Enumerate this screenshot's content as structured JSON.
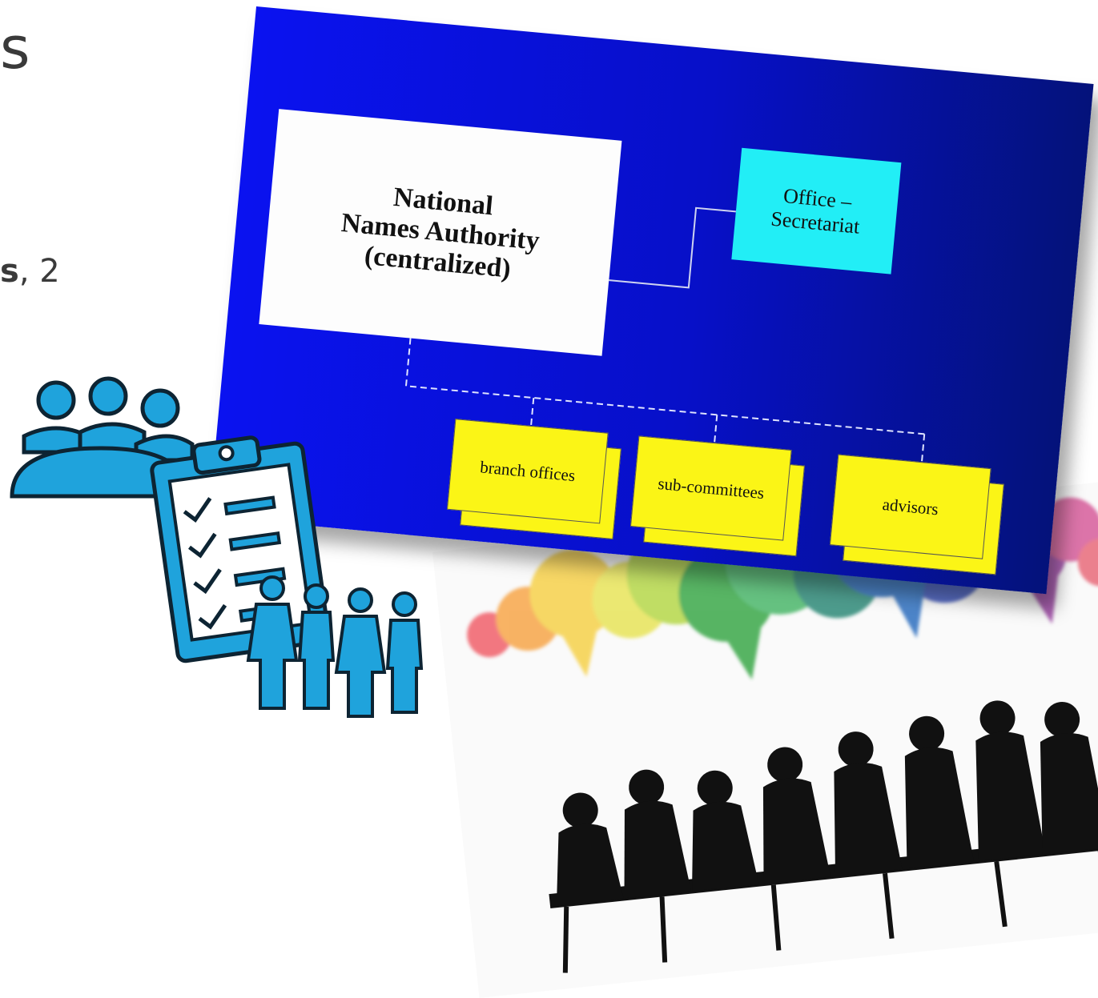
{
  "fragments": {
    "title_fragment": "s",
    "body_fragment_bold": "s",
    "body_fragment_rest": ", 2"
  },
  "org_chart": {
    "authority": "National\nNames Authority\n(centralized)",
    "authority_lines": [
      "National",
      "Names Authority",
      "(centralized)"
    ],
    "office_lines": [
      "Office –",
      "Secretariat"
    ],
    "branches": [
      "branch offices",
      "sub-committees",
      "advisors"
    ]
  },
  "colors": {
    "slide_blue": "#0a12f0",
    "office_cyan": "#22eef6",
    "branch_yellow": "#fbf516",
    "icon_blue": "#1fa3dc"
  },
  "icons": [
    "team-meeting-icon",
    "clipboard-checklist-icon",
    "people-group-icon",
    "speech-bubbles-silhouettes-image"
  ]
}
